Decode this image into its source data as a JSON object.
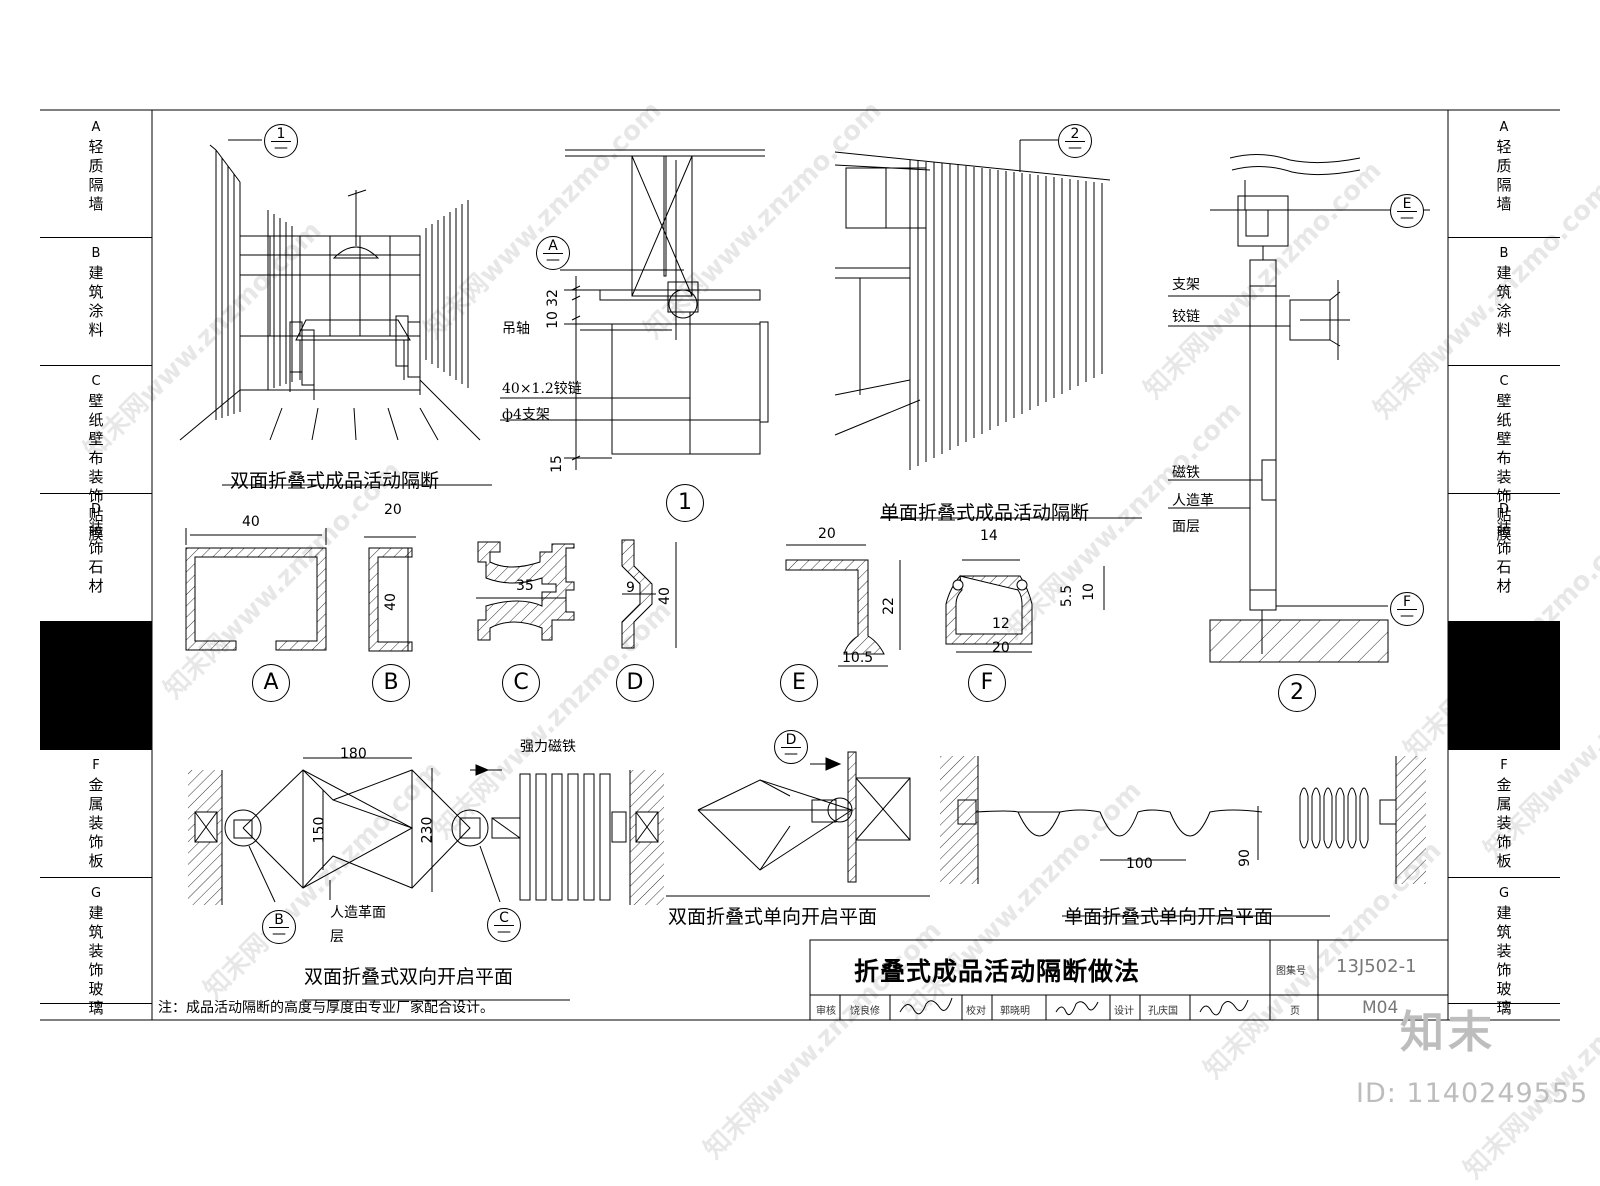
{
  "left_tabs": [
    {
      "letter": "A",
      "text": "轻质隔墙",
      "active": false
    },
    {
      "letter": "B",
      "text": "建筑涂料",
      "active": false
    },
    {
      "letter": "C",
      "text": "壁纸壁布装饰贴膜",
      "active": false
    },
    {
      "letter": "D",
      "text": "装饰石材",
      "active": false
    },
    {
      "letter": "",
      "text": "",
      "active": true
    },
    {
      "letter": "F",
      "text": "金属装饰板",
      "active": false
    },
    {
      "letter": "G",
      "text": "建筑装饰玻璃",
      "active": false
    }
  ],
  "right_tabs": [
    {
      "letter": "A",
      "text": "轻质隔墙",
      "active": false
    },
    {
      "letter": "B",
      "text": "建筑涂料",
      "active": false
    },
    {
      "letter": "C",
      "text": "壁纸壁布装饰贴膜",
      "active": false
    },
    {
      "letter": "D",
      "text": "装饰石材",
      "active": false
    },
    {
      "letter": "",
      "text": "",
      "active": true
    },
    {
      "letter": "F",
      "text": "金属装饰板",
      "active": false
    },
    {
      "letter": "G",
      "text": "建筑装饰玻璃",
      "active": false
    }
  ],
  "titles": {
    "double_fold": "双面折叠式成品活动隔断",
    "single_fold": "单面折叠式成品活动隔断",
    "double_two_way": "双面折叠式双向开启平面",
    "double_one_way": "双面折叠式单向开启平面",
    "single_one_way": "单面折叠式单向开启平面"
  },
  "callouts": {
    "detail1_num": "1",
    "detail1_den": "—",
    "detail2_num": "2",
    "detail2_den": "—",
    "a_num": "A",
    "a_den": "—",
    "e_num": "E",
    "e_den": "—",
    "f_num": "F",
    "f_den": "—",
    "b_num": "B",
    "b_den": "—",
    "c_num": "C",
    "c_den": "—",
    "d_num": "D",
    "d_den": "—"
  },
  "section_marks": {
    "one": "1",
    "two": "2"
  },
  "profile_marks": [
    "A",
    "B",
    "C",
    "D",
    "E",
    "F"
  ],
  "detail1_labels": {
    "hanger": "吊轴",
    "hinge": "40×1.2铰链",
    "bracket": "ф4支架",
    "d10": "10",
    "d32": "32",
    "d15": "15"
  },
  "detail2_labels": {
    "bracket": "支架",
    "hinge": "铰链",
    "magnet": "磁铁",
    "leather1": "人造革",
    "leather2": "面层"
  },
  "profile_dims": {
    "a_w": "40",
    "b_w": "20",
    "b_h": "40",
    "c_w": "35",
    "d_w": "9",
    "d_h": "40",
    "e_w": "20",
    "e_h": "22",
    "e_b": "10.5",
    "f_top": "14",
    "f_h1": "5.5",
    "f_h2": "10",
    "f_mid": "12",
    "f_bot": "20"
  },
  "plan_labels": {
    "d180": "180",
    "d150": "150",
    "d230": "230",
    "magnet": "强力磁铁",
    "leather1": "人造革面",
    "leather2": "层",
    "d100": "100",
    "d90": "90"
  },
  "title_block": {
    "main_title": "折叠式成品活动隔断做法",
    "atlas_label": "图集号",
    "atlas_no": "13J502-1",
    "review": "审核",
    "reviewer": "饶良修",
    "check": "校对",
    "checker": "郭晓明",
    "design": "设计",
    "designer": "孔庆国",
    "page_label": "页",
    "page_no": "M04"
  },
  "note": "注：成品活动隔断的高度与厚度由专业厂家配合设计。",
  "watermark": {
    "site": "知末网www.znzmo.com",
    "logo": "知末",
    "id": "ID: 1140249555"
  }
}
